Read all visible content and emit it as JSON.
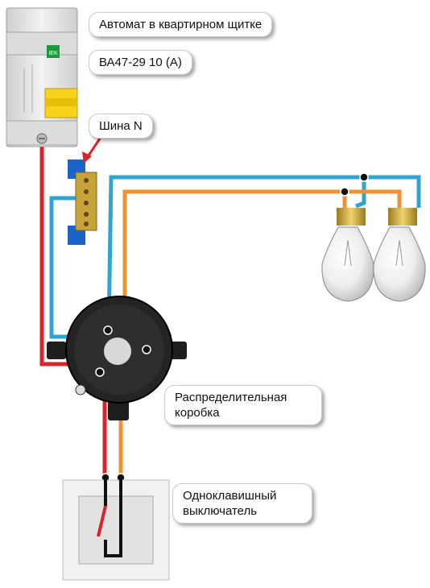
{
  "labels": {
    "breaker_title": "Автомат в квартирном щитке",
    "breaker_model": "ВА47-29 10 (А)",
    "neutral_bus": "Шина N",
    "junction_box_line1": "Распределительная",
    "junction_box_line2": "коробка",
    "switch_line1": "Одноклавишный",
    "switch_line2": "выключатель"
  },
  "breaker_brand": "IEK",
  "colors": {
    "phase_wire": "#d8252b",
    "neutral_wire": "#2fa3d4",
    "switched_wire": "#f0922f",
    "breaker_handle": "#f7d21a",
    "bus_blue": "#1c63c8",
    "bus_brass": "#c9a23a",
    "junction_box": "#1e1e1e",
    "arrow": "#d8252b"
  },
  "icons": {
    "breaker": "circuit-breaker-icon",
    "bus": "neutral-bus-icon",
    "box": "junction-box-icon",
    "switch": "wall-switch-icon",
    "lamp": "light-bulb-icon"
  }
}
